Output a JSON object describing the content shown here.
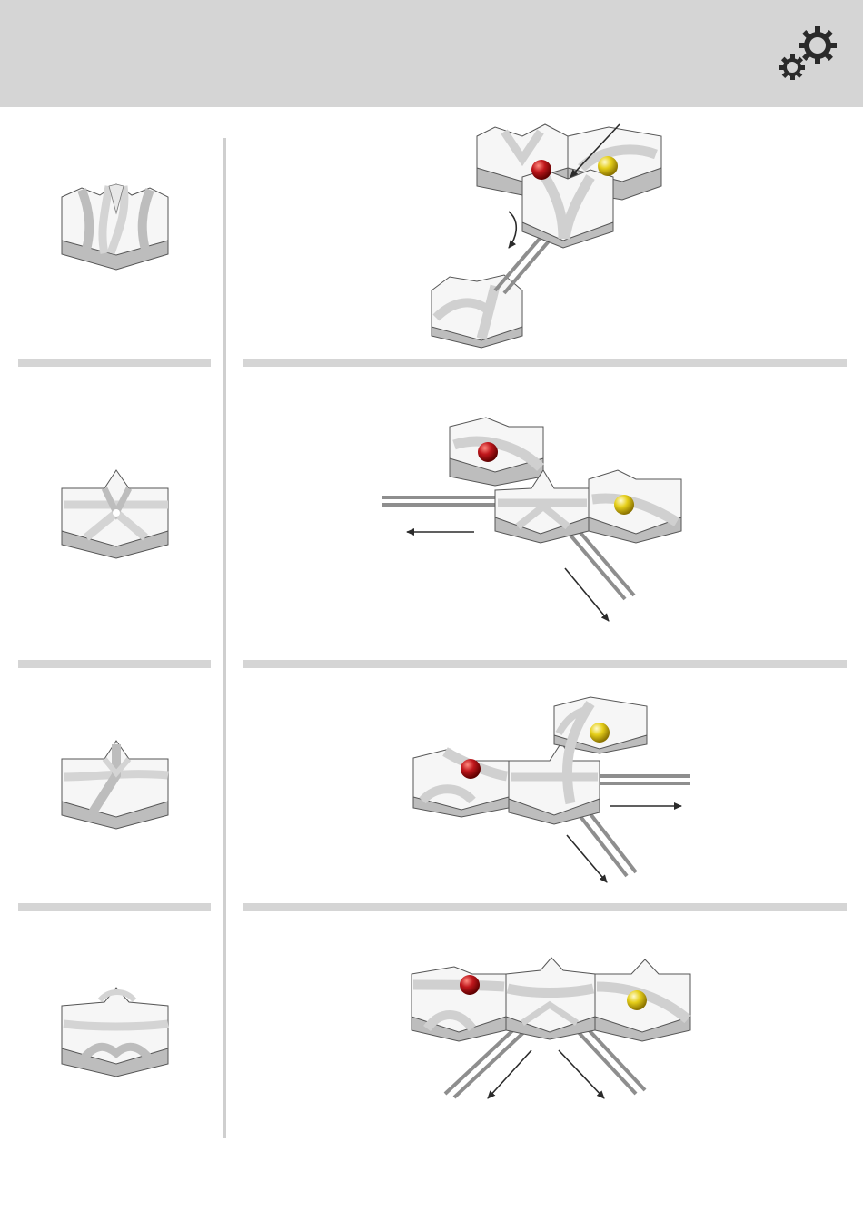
{
  "header": {
    "icon": "gears-icon"
  },
  "colors": {
    "header_bg": "#d5d5d5",
    "divider": "#d5d5d5",
    "tile_top": "#f6f6f6",
    "tile_side": "#bdbdbd",
    "groove": "#e2e2e2",
    "rail": "#8e8e8e",
    "marble_red": "#c0171c",
    "marble_yellow": "#e6cf1a",
    "arrow": "#2b2b2b"
  },
  "rows": [
    {
      "tile": "switch-tile",
      "scene": "switch-marble-run"
    },
    {
      "tile": "three-way-junction-tile",
      "scene": "three-way-junction-marble-run"
    },
    {
      "tile": "crossing-tile",
      "scene": "crossing-marble-run"
    },
    {
      "tile": "split-tile",
      "scene": "split-marble-run"
    }
  ]
}
